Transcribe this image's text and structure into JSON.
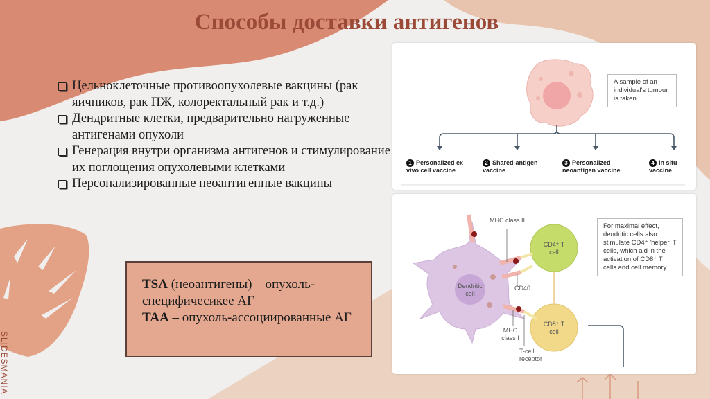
{
  "title": "Способы доставки антигенов",
  "bullets": [
    "Цельноклеточные противоопухолевые вакцины (рак яичников, рак ПЖ, колоректальный рак и т.д.)",
    "Дендритные клетки, предварительно нагруженные антигенами опухоли",
    "Генерация внутри организма антигенов и стимулирование их поглощения опухолевыми клетками",
    "Персонализированные неоантигенные вакцины"
  ],
  "note": {
    "tsa_term": "TSA",
    "tsa_text": " (неоантигены) – опухоль-специфичесикее АГ",
    "taa_term": "TAA",
    "taa_text": " – опухоль-ассоциированные АГ"
  },
  "diagram_top": {
    "callout": "A sample of an individual's tumour is taken.",
    "options": [
      {
        "num": "1",
        "label": "Personalized ex vivo cell vaccine"
      },
      {
        "num": "2",
        "label": "Shared-antigen vaccine"
      },
      {
        "num": "3",
        "label": "Personalized neoantigen vaccine"
      },
      {
        "num": "4",
        "label": "In situ vaccine"
      }
    ]
  },
  "diagram_bottom": {
    "mhc2": "MHC class II",
    "cd40": "CD40",
    "mhc1": "MHC class I",
    "tcr": "T-cell receptor",
    "dendritic": "Dendritic cell",
    "cd4": "CD4⁺ T cell",
    "cd8": "CD8⁺ T cell",
    "callout": "For maximal effect, dendritic cells also stimulate CD4⁺ 'helper' T cells, which aid in the activation of CD8⁺ T cells and cell memory."
  },
  "brand": "SLIDESMANIA",
  "colors": {
    "title": "#9c4a38",
    "accent": "#e4a890",
    "blob": "#d98a72"
  }
}
